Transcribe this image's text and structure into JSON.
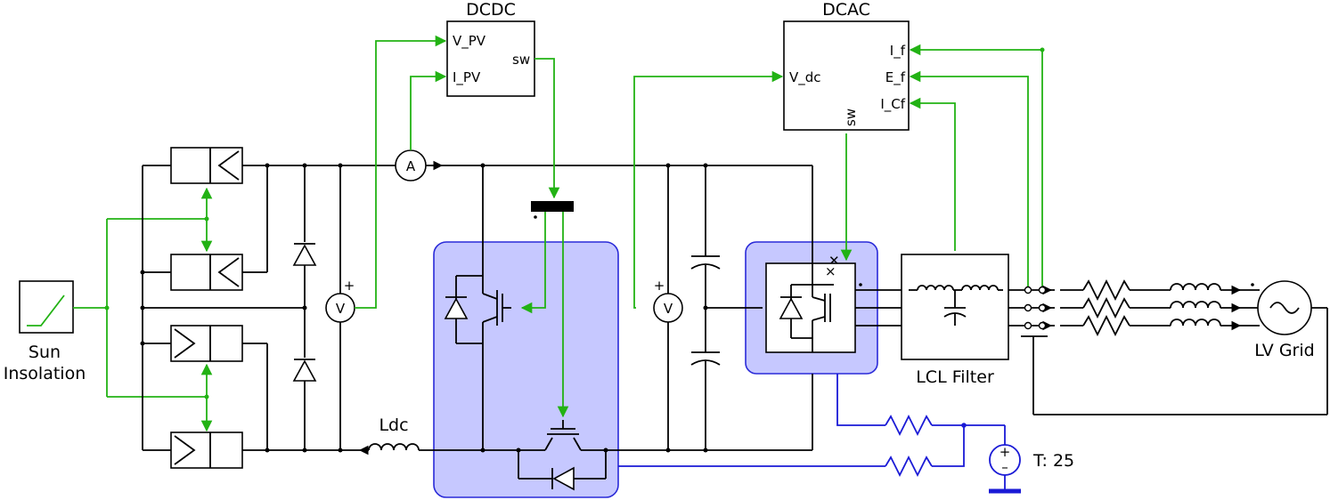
{
  "blocks": {
    "dcdc": {
      "title": "DCDC",
      "ports": [
        "V_PV",
        "I_PV",
        "sw"
      ]
    },
    "dcac": {
      "title": "DCAC",
      "ports": [
        "V_dc",
        "sw",
        "I_f",
        "E_f",
        "I_Cf"
      ]
    }
  },
  "labels": {
    "sun_line1": "Sun",
    "sun_line2": "Insolation",
    "ldc": "Ldc",
    "lcl": "LCL Filter",
    "grid": "LV Grid",
    "temp": "T: 25"
  },
  "meters": {
    "ammeter": "A",
    "voltmeter_pv": "V",
    "voltmeter_dc": "V",
    "plus": "+"
  },
  "colors": {
    "wire": "#000000",
    "signal": "#22b214",
    "thermal": "#1a1ad6",
    "highlight_fill": "#c6c8ff",
    "highlight_stroke": "#2a2ad8"
  }
}
